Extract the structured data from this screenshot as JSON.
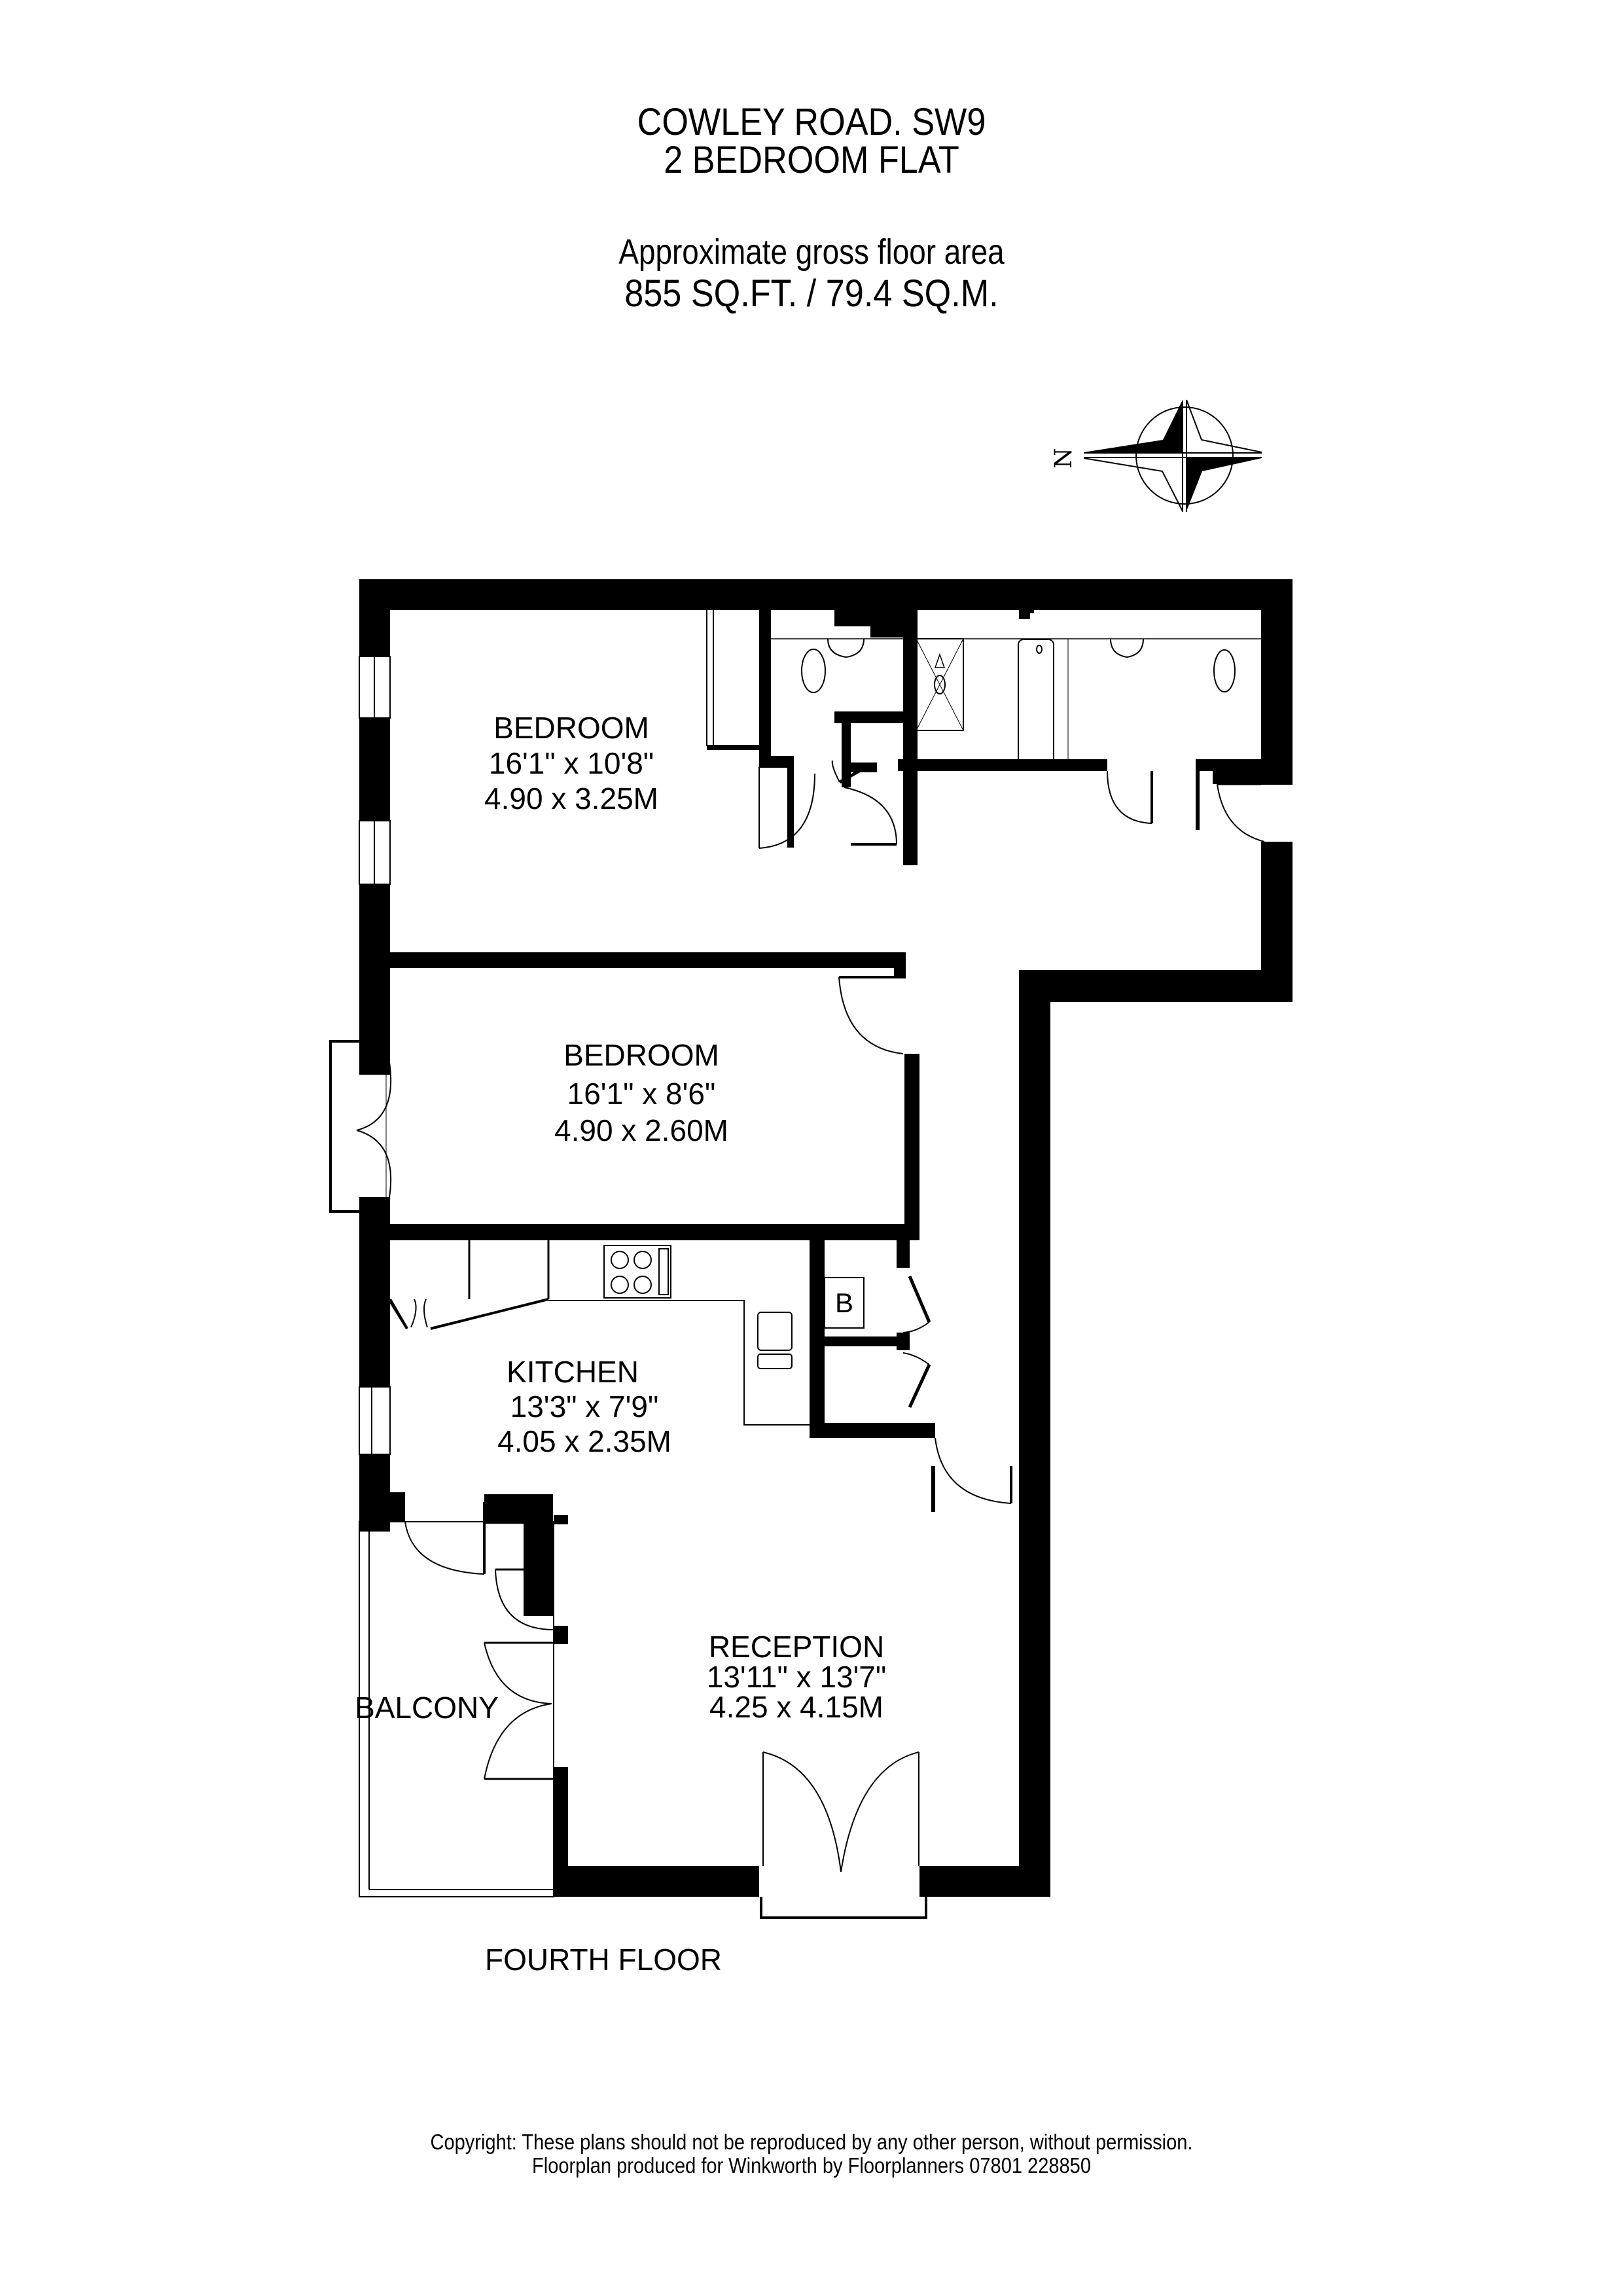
{
  "header": {
    "address": "COWLEY ROAD. SW9",
    "property_type": "2 BEDROOM FLAT",
    "area_label": "Approximate gross floor area",
    "area_value": "855 SQ.FT. / 79.4 SQ.M."
  },
  "compass": {
    "label": "N",
    "orientation": "north-left"
  },
  "rooms": [
    {
      "name": "BEDROOM",
      "imperial": "16'1\" x 10'8\"",
      "metric": "4.90 x 3.25M"
    },
    {
      "name": "BEDROOM",
      "imperial": "16'1\" x 8'6\"",
      "metric": "4.90 x 2.60M"
    },
    {
      "name": "KITCHEN",
      "imperial": "13'3\" x 7'9\"",
      "metric": "4.05 x 2.35M"
    },
    {
      "name": "RECEPTION",
      "imperial": "13'11\" x 13'7\"",
      "metric": "4.25 x 4.15M"
    },
    {
      "name": "BALCONY"
    }
  ],
  "fixtures": {
    "boiler_label": "B"
  },
  "floor_label": "FOURTH FLOOR",
  "footer": {
    "copyright": "Copyright: These plans should not be reproduced by any other person, without permission.",
    "credit": "Floorplan produced for Winkworth by Floorplanners 07801 228850"
  }
}
